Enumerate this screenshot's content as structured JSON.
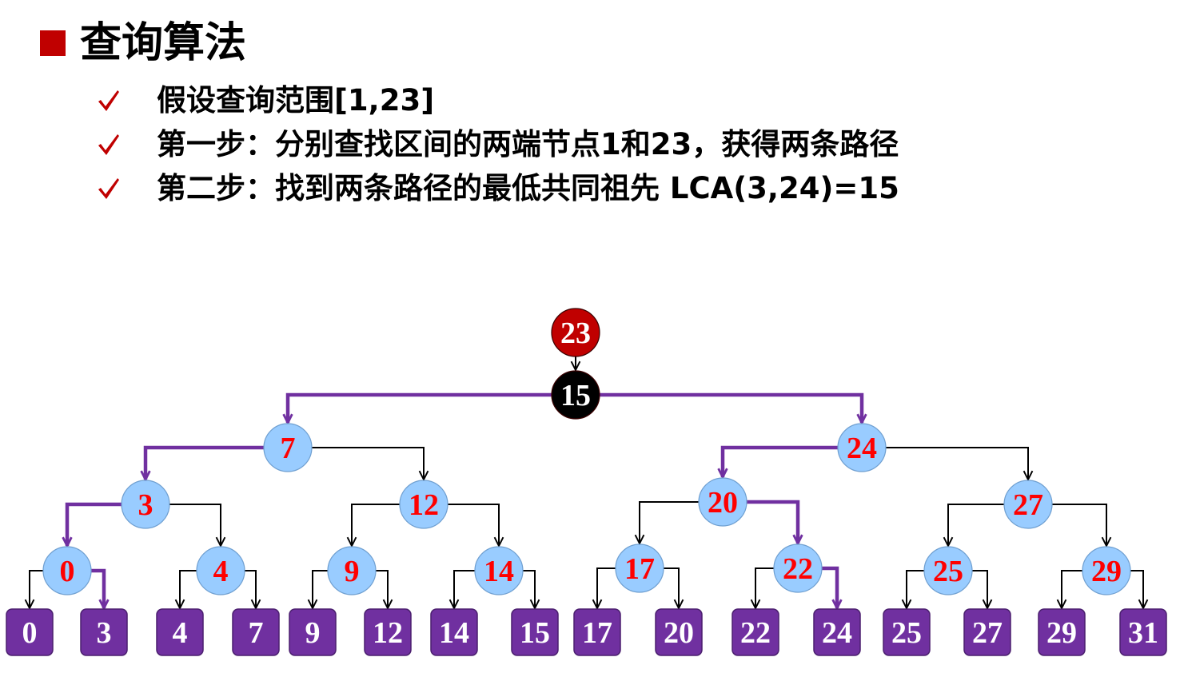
{
  "slide": {
    "title": "查询算法",
    "bullets": [
      {
        "text": "假设查询范围[1,23]"
      },
      {
        "text": "第一步：分别查找区间的两端节点1和23，获得两条路径"
      },
      {
        "text": "第二步：找到两条路径的最低共同祖先 LCA(3,24)=15"
      }
    ]
  },
  "icons": {
    "title_bullet": "square-bullet-icon",
    "list_bullet": "check-icon"
  },
  "colors": {
    "accent_red": "#c00000",
    "node_label": "#ff0000",
    "light_label": "#ffffff",
    "inner_node_fill": "#99ccff",
    "leaf_fill": "#7030a0",
    "path": "#7030a0",
    "root_fill": "#000000",
    "top_node_fill": "#c00000",
    "edge": "#000000"
  },
  "tree": {
    "top_node": {
      "label": "23"
    },
    "root": {
      "label": "15"
    },
    "levels": [
      [
        {
          "label": "7",
          "highlighted": true
        },
        {
          "label": "24",
          "highlighted": true
        }
      ],
      [
        {
          "label": "3",
          "highlighted": true
        },
        {
          "label": "12",
          "highlighted": false
        },
        {
          "label": "20",
          "highlighted": true
        },
        {
          "label": "27",
          "highlighted": false
        }
      ],
      [
        {
          "label": "0",
          "highlighted": true
        },
        {
          "label": "4",
          "highlighted": false
        },
        {
          "label": "9",
          "highlighted": false
        },
        {
          "label": "14",
          "highlighted": false
        },
        {
          "label": "17",
          "highlighted": false
        },
        {
          "label": "22",
          "highlighted": true
        },
        {
          "label": "25",
          "highlighted": false
        },
        {
          "label": "29",
          "highlighted": false
        }
      ]
    ],
    "leaves": [
      {
        "label": "0",
        "highlighted": false
      },
      {
        "label": "3",
        "highlighted": true
      },
      {
        "label": "4",
        "highlighted": false
      },
      {
        "label": "7",
        "highlighted": false
      },
      {
        "label": "9",
        "highlighted": false
      },
      {
        "label": "12",
        "highlighted": false
      },
      {
        "label": "14",
        "highlighted": false
      },
      {
        "label": "15",
        "highlighted": false
      },
      {
        "label": "17",
        "highlighted": false
      },
      {
        "label": "20",
        "highlighted": false
      },
      {
        "label": "22",
        "highlighted": false
      },
      {
        "label": "24",
        "highlighted": true
      },
      {
        "label": "25",
        "highlighted": false
      },
      {
        "label": "27",
        "highlighted": false
      },
      {
        "label": "29",
        "highlighted": false
      },
      {
        "label": "31",
        "highlighted": false
      }
    ]
  }
}
